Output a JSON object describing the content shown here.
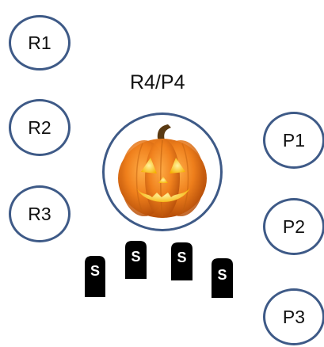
{
  "nodes": {
    "r1": "R1",
    "r2": "R2",
    "r3": "R3",
    "p1": "P1",
    "p2": "P2",
    "p3": "P3"
  },
  "center": {
    "label": "R4/P4",
    "icon": "jack-o-lantern-icon"
  },
  "tombstones": {
    "icon": "tombstone-icon",
    "letter": "S"
  },
  "colors": {
    "circle_border": "#3e5a87",
    "pumpkin": "#f0801c",
    "tombstone": "#000000"
  }
}
